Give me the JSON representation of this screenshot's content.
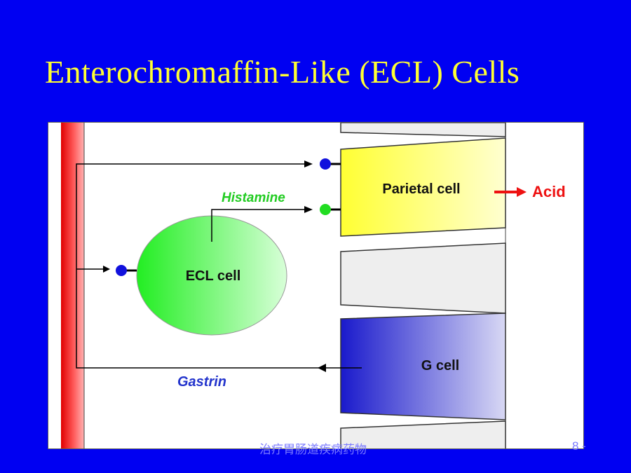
{
  "slide": {
    "title": "Enterochromaffin-Like (ECL) Cells",
    "footer": "治疗胃肠道疾病药物",
    "page_number": "8 -"
  },
  "diagram": {
    "labels": {
      "parietal_cell": "Parietal cell",
      "acid": "Acid",
      "histamine": "Histamine",
      "ecl_cell": "ECL cell",
      "g_cell": "G cell",
      "gastrin": "Gastrin"
    },
    "colors": {
      "background": "#0000f2",
      "title": "#ffff33",
      "histamine": "#22cc22",
      "acid": "#ee1111",
      "gastrin": "#2233cc",
      "receptor_blue": "#1111dd",
      "receptor_green": "#22dd22"
    }
  }
}
